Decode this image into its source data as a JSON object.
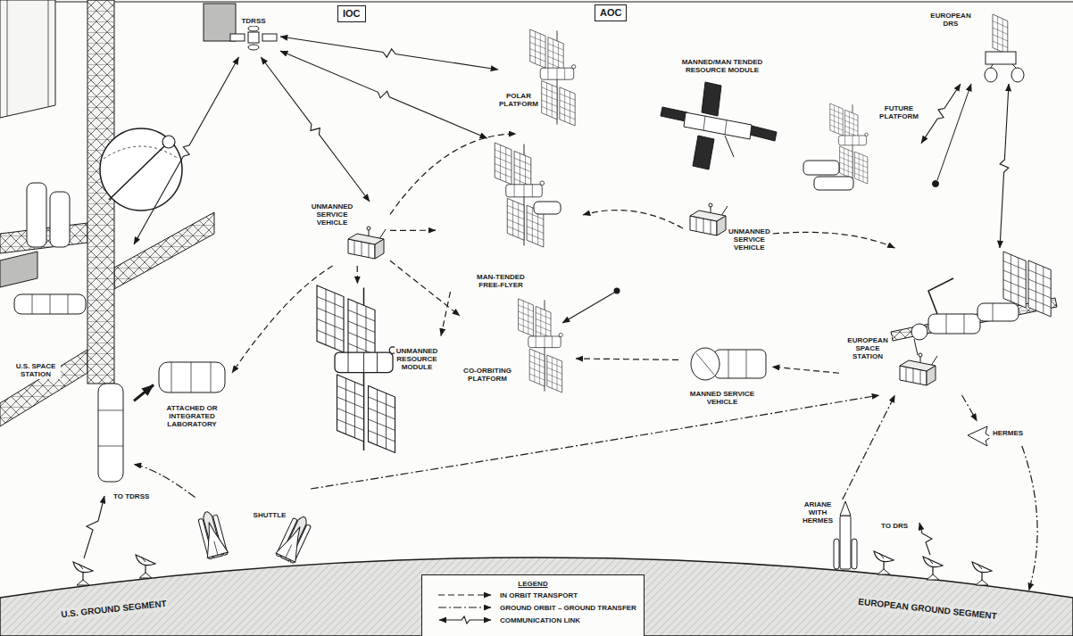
{
  "diagram": {
    "nodes": [
      {
        "text": [
          "IOC"
        ]
      },
      {
        "text": [
          "AOC"
        ]
      },
      {
        "text": [
          "TDRSS"
        ]
      },
      {
        "text": [
          "POLAR PLATFORM"
        ]
      },
      {
        "text": [
          "MANNED/MAN TENDED RESOURCE MODULE"
        ]
      },
      {
        "text": [
          "EUROPEAN DRS"
        ]
      },
      {
        "text": [
          "FUTURE PLATFORM"
        ]
      },
      {
        "text": [
          "UNMANNED SERVICE VEHICLE"
        ]
      },
      {
        "text": [
          "MAN-TENDED FREE-FLYER"
        ]
      },
      {
        "text": [
          "UNMANNED SERVICE VEHICLE"
        ]
      },
      {
        "text": [
          "U.S. SPACE STATION"
        ]
      },
      {
        "text": [
          "ATTACHED OR INTEGRATED LABORATORY"
        ]
      },
      {
        "text": [
          "UNMANNED RESOURCE MODULE"
        ]
      },
      {
        "text": [
          "CO-ORBITING PLATFORM"
        ]
      },
      {
        "text": [
          "MANNED SERVICE VEHICLE"
        ]
      },
      {
        "text": [
          "EUROPEAN SPACE STATION"
        ]
      },
      {
        "text": [
          "HERMES"
        ]
      },
      {
        "text": [
          "SHUTTLE"
        ]
      },
      {
        "text": [
          "ARIANE WITH HERMES"
        ]
      },
      {
        "text": [
          "U.S. GROUND SEGMENT"
        ]
      },
      {
        "text": [
          "EUROPEAN GROUND SEGMENT"
        ]
      }
    ],
    "edges": [
      {
        "from": 2,
        "to": 3,
        "arrow": "both"
      },
      {
        "from": 2,
        "to": 10,
        "arrow": "both"
      },
      {
        "from": 2,
        "to": 7,
        "arrow": "both"
      },
      {
        "from": 2,
        "to": 8,
        "arrow": "both"
      },
      {
        "from": 5,
        "to": 6,
        "arrow": "both"
      },
      {
        "from": 5,
        "to": 15,
        "arrow": "both"
      },
      {
        "from": 10,
        "to": 11,
        "arrow": "to"
      },
      {
        "from": 7,
        "to": 3,
        "arrow": "to"
      },
      {
        "from": 7,
        "to": 11,
        "arrow": "to"
      },
      {
        "from": 7,
        "to": 12,
        "arrow": "to"
      },
      {
        "from": 7,
        "to": 13,
        "arrow": "to"
      },
      {
        "from": 7,
        "to": 8,
        "arrow": "to"
      },
      {
        "from": 8,
        "to": 12,
        "arrow": "to"
      },
      {
        "from": 9,
        "to": 8,
        "arrow": "to"
      },
      {
        "from": 9,
        "to": 15,
        "arrow": "to"
      },
      {
        "from": 14,
        "to": 13,
        "arrow": "to"
      },
      {
        "from": 15,
        "to": 14,
        "arrow": "to"
      },
      {
        "from": 17,
        "to": 10,
        "arrow": "to"
      },
      {
        "from": 17,
        "to": 15,
        "arrow": "to"
      },
      {
        "from": 18,
        "to": 15,
        "arrow": "to"
      },
      {
        "from": 15,
        "to": 16,
        "arrow": "to"
      },
      {
        "from": 16,
        "to": 20,
        "arrow": "to"
      }
    ],
    "labels": [
      "TO TDRSS",
      "TO DRS",
      "LEGEND"
    ],
    "legend": [
      {
        "text": "IN ORBIT TRANSPORT"
      },
      {
        "text": "GROUND ORBIT – GROUND TRANSFER"
      },
      {
        "text": "COMMUNICATION LINK"
      }
    ]
  }
}
